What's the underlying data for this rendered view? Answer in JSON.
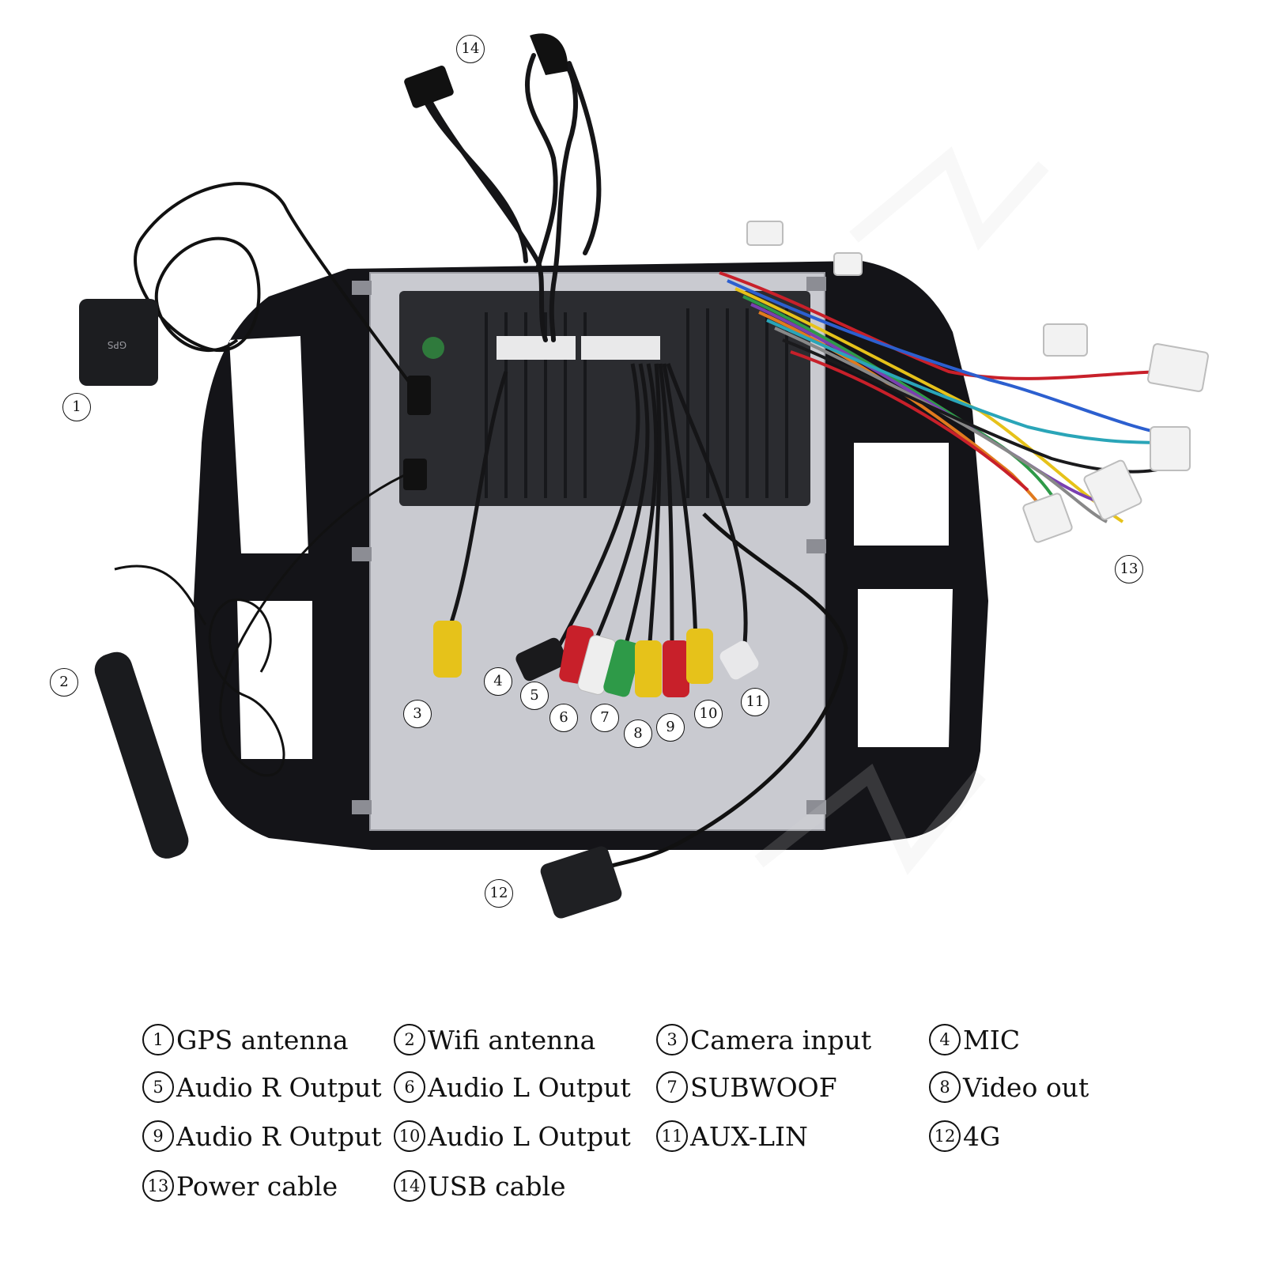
{
  "callouts": [
    {
      "num": "1"
    },
    {
      "num": "2"
    },
    {
      "num": "3"
    },
    {
      "num": "4"
    },
    {
      "num": "5"
    },
    {
      "num": "6"
    },
    {
      "num": "7"
    },
    {
      "num": "8"
    },
    {
      "num": "9"
    },
    {
      "num": "10"
    },
    {
      "num": "11"
    },
    {
      "num": "12"
    },
    {
      "num": "13"
    },
    {
      "num": "14"
    }
  ],
  "legend": [
    {
      "num": "1",
      "label": "GPS antenna"
    },
    {
      "num": "2",
      "label": "Wifi antenna"
    },
    {
      "num": "3",
      "label": "Camera input"
    },
    {
      "num": "4",
      "label": "MIC"
    },
    {
      "num": "5",
      "label": "Audio R Output"
    },
    {
      "num": "6",
      "label": "Audio L Output"
    },
    {
      "num": "7",
      "label": "SUBWOOF"
    },
    {
      "num": "8",
      "label": "Video out"
    },
    {
      "num": "9",
      "label": "Audio R Output"
    },
    {
      "num": "10",
      "label": "Audio L Output"
    },
    {
      "num": "11",
      "label": "AUX-LIN"
    },
    {
      "num": "12",
      "label": "4G"
    },
    {
      "num": "13",
      "label": "Power cable"
    },
    {
      "num": "14",
      "label": "USB cable"
    }
  ],
  "gps_module_text": "GPS",
  "colors": {
    "frame": "#141418",
    "plate": "#c9cad0",
    "unit": "#2b2c30",
    "rca_yellow": "#e6c21a",
    "rca_red": "#c8202a",
    "rca_white": "#eeeeee",
    "rca_green": "#2e9a48"
  }
}
